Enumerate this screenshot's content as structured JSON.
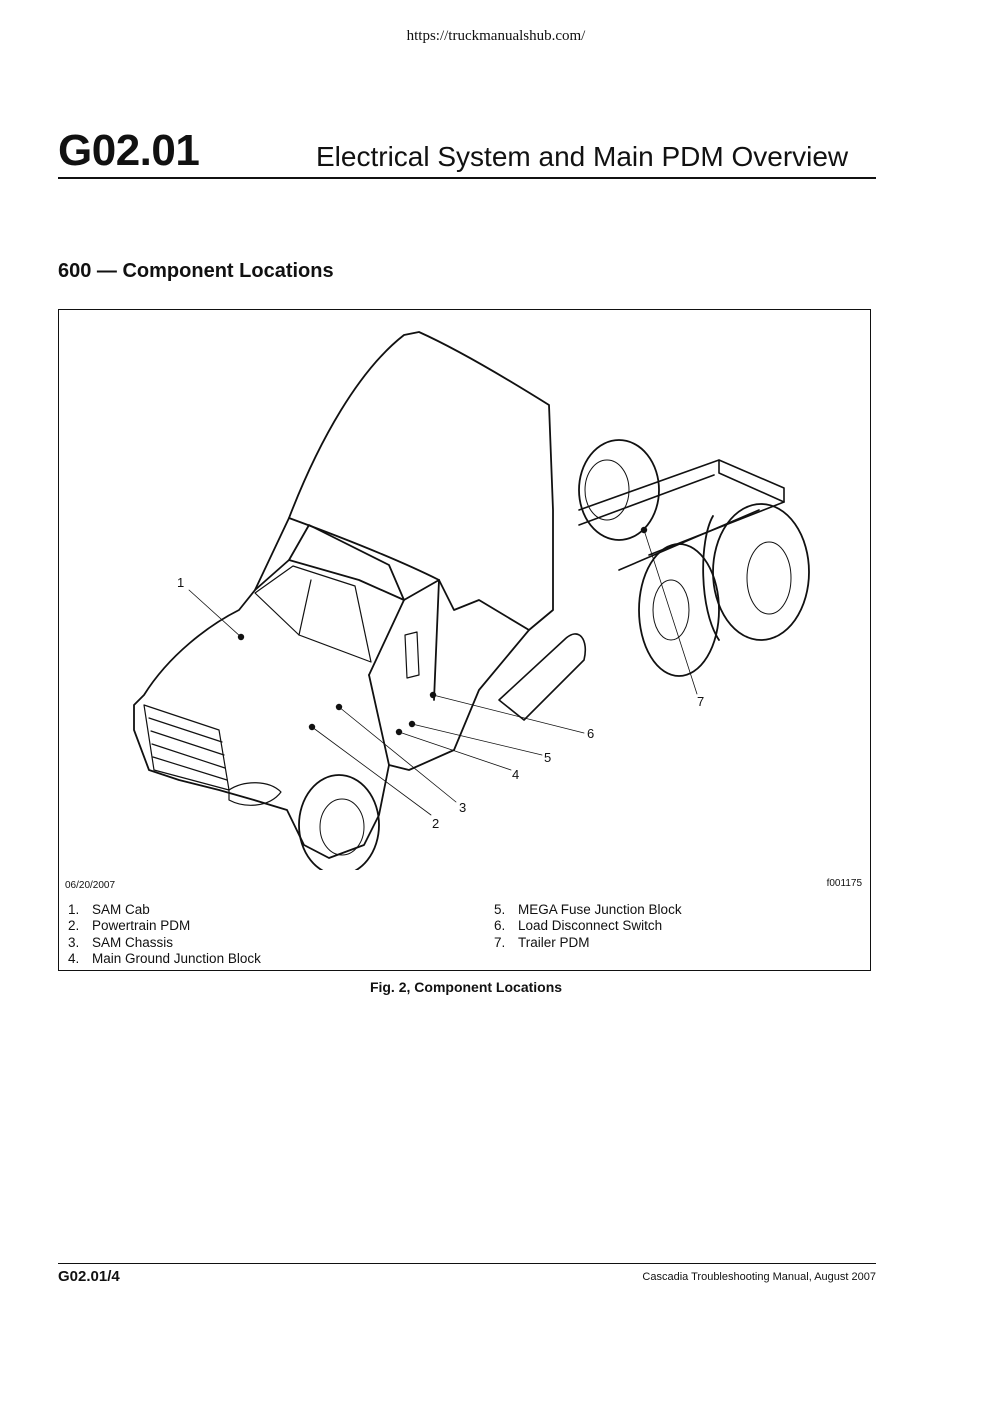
{
  "header": {
    "url": "https://truckmanualshub.com/",
    "section_number": "G02.01",
    "section_title": "Electrical System and Main PDM Overview"
  },
  "subsection": "600 — Component Locations",
  "figure": {
    "date": "06/20/2007",
    "figure_id": "f001175",
    "callouts": [
      "1",
      "2",
      "3",
      "4",
      "5",
      "6",
      "7"
    ],
    "legend_left": [
      {
        "num": "1.",
        "label": "SAM Cab"
      },
      {
        "num": "2.",
        "label": "Powertrain PDM"
      },
      {
        "num": "3.",
        "label": "SAM Chassis"
      },
      {
        "num": "4.",
        "label": "Main Ground Junction Block"
      }
    ],
    "legend_right": [
      {
        "num": "5.",
        "label": "MEGA Fuse Junction Block"
      },
      {
        "num": "6.",
        "label": "Load Disconnect Switch"
      },
      {
        "num": "7.",
        "label": "Trailer PDM"
      }
    ],
    "caption": "Fig. 2, Component Locations"
  },
  "footer": {
    "page": "G02.01/4",
    "manual": "Cascadia Troubleshooting Manual, August 2007"
  }
}
